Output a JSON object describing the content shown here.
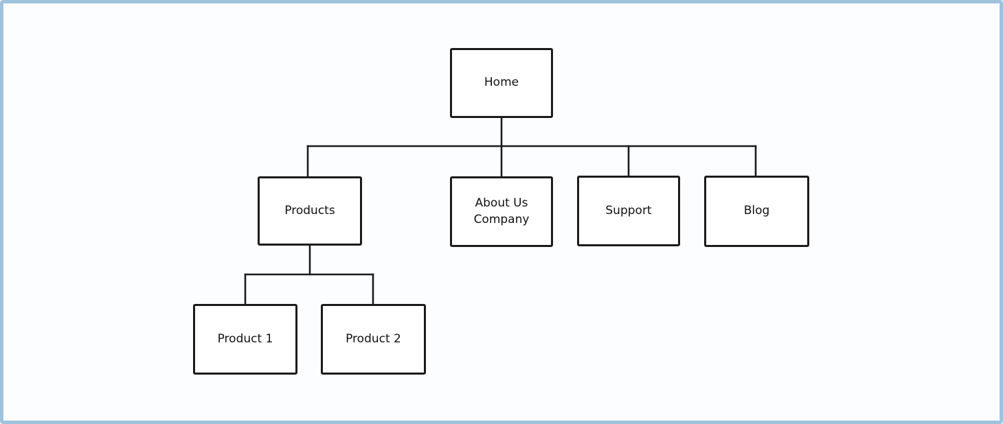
{
  "canvas": {
    "background_color": "#fbfdff",
    "frame_color": "#9fc3dd",
    "line_color": "#1b1b1b",
    "node_fill": "#ffffff"
  },
  "diagram": {
    "type": "sitemap-tree",
    "nodes": [
      {
        "id": "home",
        "label": "Home"
      },
      {
        "id": "products",
        "label": "Products"
      },
      {
        "id": "about",
        "label": "About Us Company"
      },
      {
        "id": "support",
        "label": "Support"
      },
      {
        "id": "blog",
        "label": "Blog"
      },
      {
        "id": "product1",
        "label": "Product 1"
      },
      {
        "id": "product2",
        "label": "Product 2"
      }
    ],
    "edges": [
      {
        "from": "home",
        "to": "products"
      },
      {
        "from": "home",
        "to": "about"
      },
      {
        "from": "home",
        "to": "support"
      },
      {
        "from": "home",
        "to": "blog"
      },
      {
        "from": "products",
        "to": "product1"
      },
      {
        "from": "products",
        "to": "product2"
      }
    ]
  }
}
